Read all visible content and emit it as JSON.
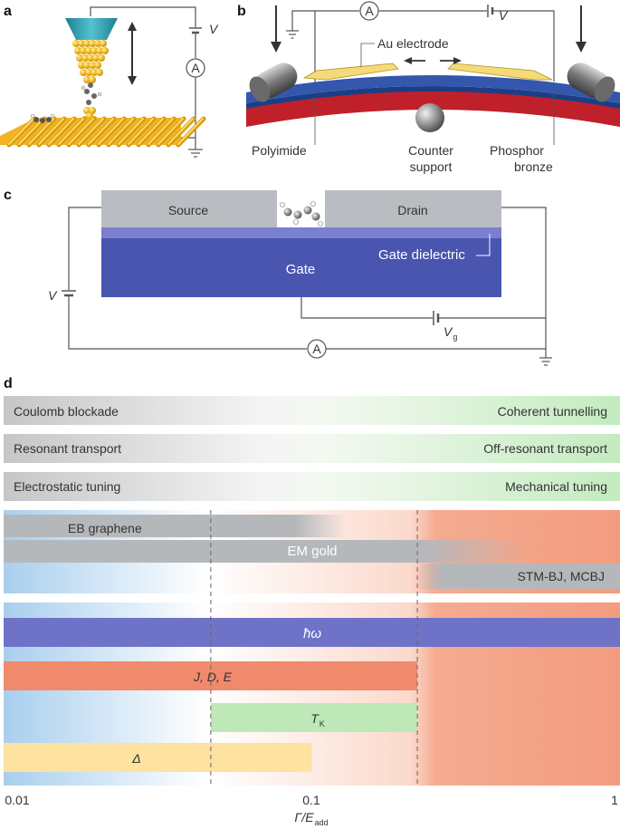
{
  "panels": {
    "a": "a",
    "b": "b",
    "c": "c",
    "d": "d"
  },
  "panel_a": {
    "voltage": "V",
    "ammeter": "A"
  },
  "panel_b": {
    "ammeter": "A",
    "voltage": "V",
    "electrode": "Au electrode",
    "polyimide": "Polyimide",
    "counter_line1": "Counter",
    "counter_line2": "support",
    "phosphor_line1": "Phosphor",
    "phosphor_line2": "bronze"
  },
  "panel_c": {
    "source": "Source",
    "drain": "Drain",
    "gate_dielectric": "Gate dielectric",
    "gate": "Gate",
    "voltage": "V",
    "gate_voltage": "V",
    "gate_voltage_sub": "g",
    "ammeter": "A"
  },
  "panel_d": {
    "regimes": [
      {
        "left": "Coulomb blockade",
        "right": "Coherent tunnelling"
      },
      {
        "left": "Resonant transport",
        "right": "Off-resonant transport"
      },
      {
        "left": "Electrostatic tuning",
        "right": "Mechanical tuning"
      }
    ],
    "techniques": [
      {
        "label": "EB graphene",
        "from": 0.01,
        "to": 0.13
      },
      {
        "label": "EM gold",
        "from": 0.01,
        "to": 0.5
      },
      {
        "label": "STM-BJ, MCBJ",
        "from": 0.22,
        "to": 1
      }
    ],
    "energy_scales": [
      {
        "label": "ħω",
        "from": 0.01,
        "to": 1,
        "color": "#6f73c8"
      },
      {
        "label": "J, D, E",
        "from": 0.01,
        "to": 0.22,
        "color": "#f08a6c"
      },
      {
        "label": "T",
        "label_sub": "K",
        "from": 0.047,
        "to": 0.22,
        "color": "#bfe8b8"
      },
      {
        "label": "Δ",
        "from": 0.01,
        "to": 0.1,
        "color": "#fde2a0"
      }
    ],
    "dashed_lines": [
      0.047,
      0.22
    ],
    "axis": {
      "ticks": [
        "0.01",
        "0.1",
        "1"
      ],
      "label": "Γ/E",
      "label_sub": "add",
      "scale": "log",
      "range": [
        0.01,
        1
      ]
    }
  },
  "colors": {
    "gold": "#f2c02b",
    "gate": "#4a55b0",
    "dielectric": "#7b7fd0",
    "electrode_gray": "#b9bcc0",
    "polyimide_blue": "#2f4fa0",
    "bronze_red": "#c0202a",
    "tip_teal": "#2b9cb0"
  }
}
